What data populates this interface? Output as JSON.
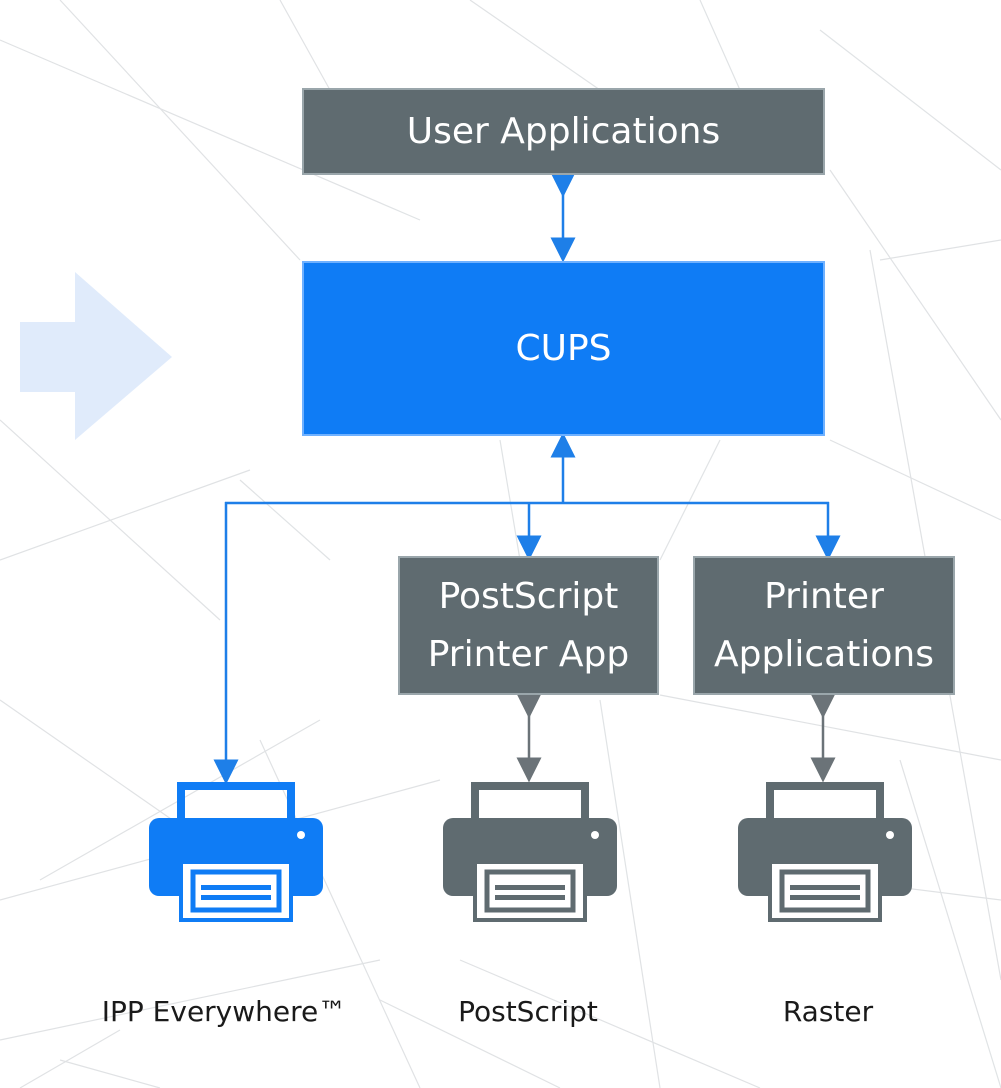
{
  "boxes": {
    "user_applications": "User Applications",
    "cups": "CUPS",
    "postscript_printer_app": "PostScript\nPrinter App",
    "printer_applications": "Printer\nApplications"
  },
  "printers": [
    {
      "label": "IPP Everywhere™",
      "icon": "printer-icon",
      "color": "#0f7cf5"
    },
    {
      "label": "PostScript",
      "icon": "printer-icon",
      "color": "#5f6b70"
    },
    {
      "label": "Raster",
      "icon": "printer-icon",
      "color": "#5f6b70"
    }
  ],
  "colors": {
    "cups_blue": "#0f7cf5",
    "box_gray": "#5f6b70",
    "arrow_blue": "#1e7fe8",
    "arrow_gray": "#6b7378",
    "background_arrow": "#dde9fb"
  }
}
